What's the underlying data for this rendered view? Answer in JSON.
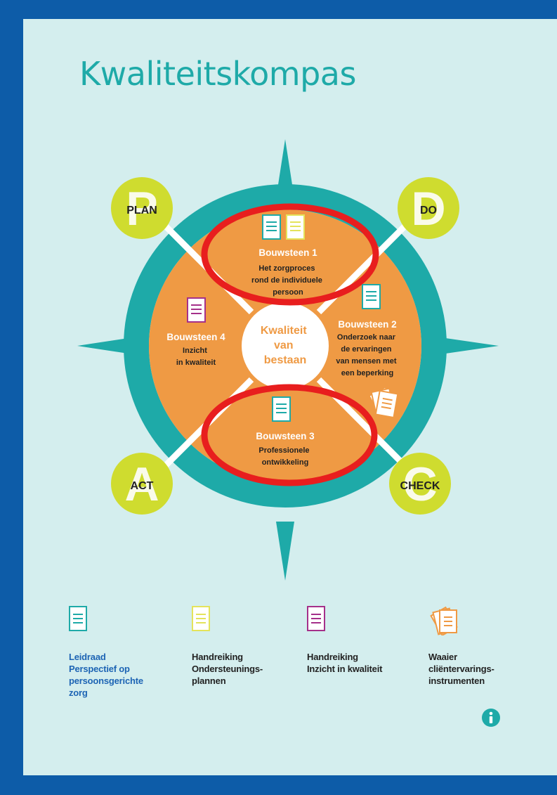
{
  "title": "Kwaliteitskompas",
  "phases": {
    "plan": {
      "letter": "P",
      "label": "PLAN"
    },
    "do": {
      "letter": "D",
      "label": "DO"
    },
    "act": {
      "letter": "A",
      "label": "ACT"
    },
    "check": {
      "letter": "C",
      "label": "CHECK"
    }
  },
  "center": {
    "line1": "Kwaliteit",
    "line2": "van",
    "line3": "bestaan"
  },
  "bouwstenen": [
    {
      "title": "Bouwsteen 1",
      "lines": [
        "Het zorgproces",
        "rond de individuele",
        "persoon"
      ]
    },
    {
      "title": "Bouwsteen 2",
      "lines": [
        "Onderzoek naar",
        "de ervaringen",
        "van mensen met",
        "een beperking"
      ]
    },
    {
      "title": "Bouwsteen 3",
      "lines": [
        "Professionele",
        "ontwikkeling"
      ]
    },
    {
      "title": "Bouwsteen 4",
      "lines": [
        "Inzicht",
        "in kwaliteit"
      ]
    }
  ],
  "legend": [
    {
      "text": "Leidraad\nPerspectief op\npersoonsgerichte\nzorg",
      "icon": "document-teal-icon",
      "color": "#1eaaa8"
    },
    {
      "text": "Handreiking\nOndersteunings-\nplannen",
      "icon": "document-yellow-icon",
      "color": "#e4e35b"
    },
    {
      "text": "Handreiking\nInzicht in kwaliteit",
      "icon": "document-purple-icon",
      "color": "#a5308a"
    },
    {
      "text": "Waaier\ncliëntervarings-\ninstrumenten",
      "icon": "cards-fan-icon",
      "color": "#ee8a3c"
    }
  ],
  "colors": {
    "teal": "#1eaaa8",
    "orange": "#ef9a44",
    "lime": "#cfdc2f",
    "highlight": "#e81e1e",
    "frame": "#0d5ca8",
    "background": "#d4eeee"
  }
}
